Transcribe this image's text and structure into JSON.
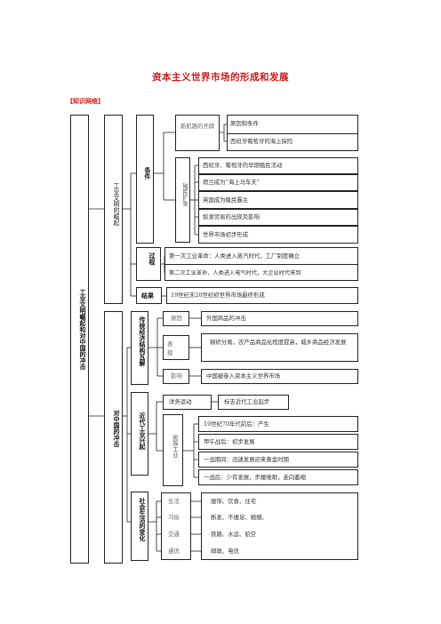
{
  "title": "资本主义世界市场的形成和发展",
  "section_label": "【知识网络】",
  "root": "工业文明崛起和对中国的冲击",
  "branch1": {
    "label": "工业文明的崛起",
    "conditions": {
      "label": "条件",
      "new_route": {
        "label": "新航路的开辟",
        "items": [
          "原因和条件",
          "西班牙葡萄牙的海上探险"
        ]
      },
      "colonial": {
        "label": "殖民扩张",
        "items": [
          "西班牙、葡萄牙的早期殖民活动",
          "荷兰成为“海上马车夫”",
          "英国成为殖民霸主",
          "奴隶贸易的出现及影响",
          "世界市场初步形成"
        ]
      }
    },
    "process": {
      "label": "过程",
      "items": [
        "第一次工业革命：人类进入蒸汽时代，工厂制度确立",
        "第二次工业革命，人类进入电气时代，大企业时代来到"
      ]
    },
    "result": {
      "label": "结果",
      "text": "19世纪末20世纪初世界市场最终形成"
    }
  },
  "branch2": {
    "label": "对中国的冲击",
    "traditional": {
      "label": "传统经济结构瓦解",
      "rows": [
        {
          "label": "原因",
          "text": "外国商品的冲击"
        },
        {
          "label": "表现",
          "text": "耕织分离，农产品商品化程度提高，城乡商品经济发展"
        },
        {
          "label": "影响",
          "text": "中国被卷入资本主义世界市场"
        }
      ]
    },
    "modern_industry": {
      "label": "近代工业兴起",
      "yangwu": {
        "label": "洋务运动",
        "text": "标志近代工业起步"
      },
      "national": {
        "label": "民族工业",
        "items": [
          "19世纪70年代前后：产生",
          "甲午战后：初步发展",
          "一战期间：迅速发展迎来黄金时期",
          "一战后：少有发展，步履维艰，走向萎缩"
        ]
      }
    },
    "social_life": {
      "label": "社会生活的变化",
      "rows": [
        {
          "label": "生活",
          "text": "服饰、饮食、住宅"
        },
        {
          "label": "习俗",
          "text": "断发、不缠足、婚姻、"
        },
        {
          "label": "交通",
          "text": "铁路、水运、航空"
        },
        {
          "label": "通讯",
          "text": "邮政、电讯"
        }
      ]
    }
  }
}
